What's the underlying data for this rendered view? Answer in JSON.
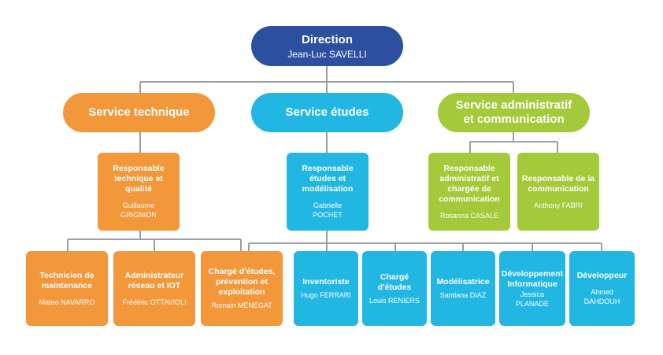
{
  "colors": {
    "direction": "#2c4fa0",
    "technique": "#f2973a",
    "etudes": "#22b7e3",
    "admin": "#a4c93a",
    "lines": "#9aa0a6"
  },
  "direction": {
    "title": "Direction",
    "name": "Jean-Luc SAVELLI"
  },
  "services": {
    "technique": "Service technique",
    "etudes": "Service études",
    "admin_line1": "Service administratif",
    "admin_line2": "et communication"
  },
  "managers": {
    "technique": {
      "title": "Responsable technique et qualité",
      "name": "Guillaume\nGRIGNION"
    },
    "etudes": {
      "title": "Responsable études et modélisation",
      "name": "Gabrielle\nPOCHET"
    },
    "admin": {
      "title": "Responsable administratif et chargée de communication",
      "name": "Rosanna CASALE"
    },
    "communication": {
      "title": "Responsable de la communication",
      "name": "Anthony FABRI"
    }
  },
  "staff": {
    "maintenance": {
      "title": "Technicien de maintenance",
      "name": "Mateo NAVARRO"
    },
    "reseau": {
      "title": "Administrateur réseau et IOT",
      "name": "Frédéric OTTAVIOLI"
    },
    "prevention": {
      "title": "Chargé d'études, prévention et exploitation",
      "name": "Romain MÉNÉGAT"
    },
    "inventoriste": {
      "title": "Inventoriste",
      "name": "Hugo FERRARI"
    },
    "charge_etudes": {
      "title": "Chargé d'études",
      "name": "Louis RENIERS"
    },
    "modelisatrice": {
      "title": "Modélisatrice",
      "name": "Santiana DIAZ"
    },
    "dev_info": {
      "title": "Développement Informatique",
      "name": "Jessica\nPLANADE"
    },
    "developpeur": {
      "title": "Développeur",
      "name": "Ahmed\nDAHDOUH"
    }
  }
}
